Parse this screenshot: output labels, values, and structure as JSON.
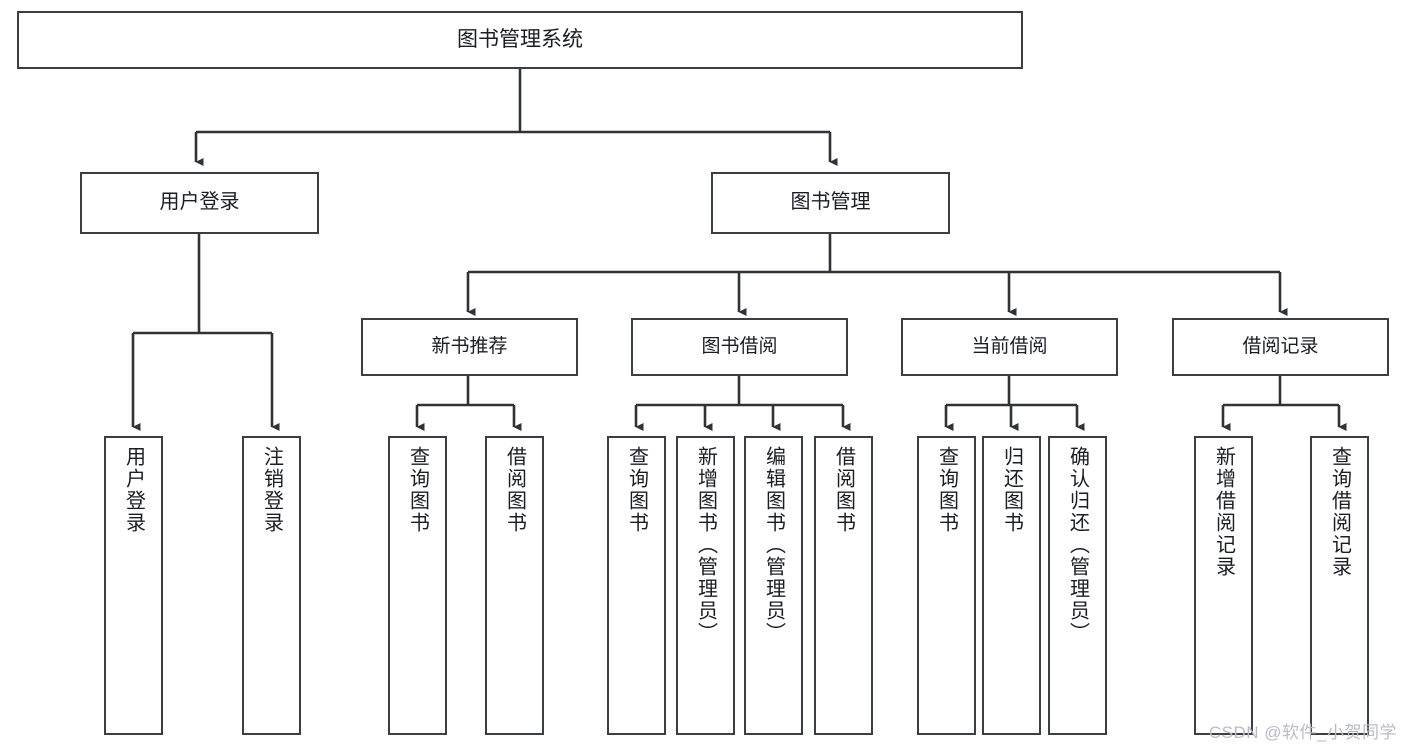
{
  "diagram": {
    "type": "tree-hierarchy",
    "title": "图书管理系统",
    "watermark": "CSDN @软件_小贺同学",
    "colors": {
      "box_border": "#3a3f45",
      "box_fill": "#ffffff",
      "connector": "#2f3338",
      "text": "#1a1d23",
      "watermark": "#b9bcc2",
      "background": "#ffffff"
    },
    "root": {
      "id": "root",
      "label": "图书管理系统"
    },
    "level1": [
      {
        "id": "user-login",
        "label": "用户登录"
      },
      {
        "id": "book-manage",
        "label": "图书管理"
      }
    ],
    "level2": [
      {
        "id": "new-book-rec",
        "label": "新书推荐",
        "parent": "book-manage"
      },
      {
        "id": "book-borrow",
        "label": "图书借阅",
        "parent": "book-manage"
      },
      {
        "id": "current-borrow",
        "label": "当前借阅",
        "parent": "book-manage"
      },
      {
        "id": "borrow-record",
        "label": "借阅记录",
        "parent": "book-manage"
      }
    ],
    "leaves": [
      {
        "id": "leaf-user-login",
        "label": "用户登录",
        "parent": "user-login"
      },
      {
        "id": "leaf-user-logout",
        "label": "注销登录",
        "parent": "user-login"
      },
      {
        "id": "leaf-query-book-1",
        "label": "查询图书",
        "parent": "new-book-rec"
      },
      {
        "id": "leaf-borrow-book-1",
        "label": "借阅图书",
        "parent": "new-book-rec"
      },
      {
        "id": "leaf-query-book-2",
        "label": "查询图书",
        "parent": "book-borrow"
      },
      {
        "id": "leaf-add-book",
        "label": "新增图书（管理员）",
        "parent": "book-borrow"
      },
      {
        "id": "leaf-edit-book",
        "label": "编辑图书（管理员）",
        "parent": "book-borrow"
      },
      {
        "id": "leaf-borrow-book-2",
        "label": "借阅图书",
        "parent": "book-borrow"
      },
      {
        "id": "leaf-query-book-3",
        "label": "查询图书",
        "parent": "current-borrow"
      },
      {
        "id": "leaf-return-book",
        "label": "归还图书",
        "parent": "current-borrow"
      },
      {
        "id": "leaf-confirm-return",
        "label": "确认归还（管理员）",
        "parent": "current-borrow"
      },
      {
        "id": "leaf-add-record",
        "label": "新增借阅记录",
        "parent": "borrow-record"
      },
      {
        "id": "leaf-query-record",
        "label": "查询借阅记录",
        "parent": "borrow-record"
      }
    ]
  }
}
